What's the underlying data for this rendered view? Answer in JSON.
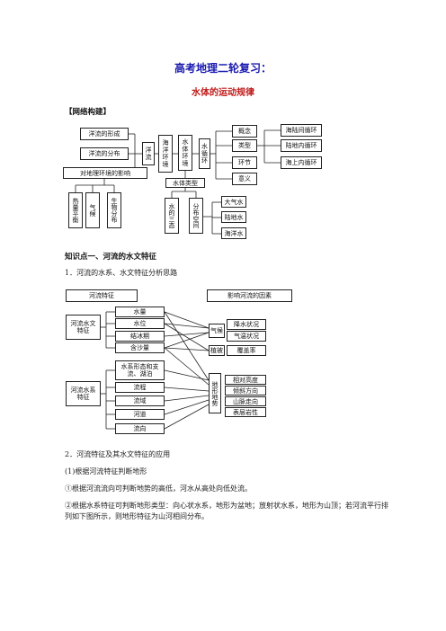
{
  "title": "高考地理二轮复习：",
  "subtitle": "水体的运动规律",
  "network_heading": "【网络构建】",
  "diagram1": {
    "ocean_formation": "洋流的形成",
    "ocean_distribution": "洋流的分布",
    "geo_impact": "对地理环境的影响",
    "heat_balance": "热量平衡",
    "climate": "气候",
    "biology": "生物分布",
    "ocean_current": "洋流",
    "ocean_env": "海洋环境",
    "water_env": "水体环境",
    "water_cycle": "水循环",
    "concept": "概念",
    "types": "类型",
    "stages": "环节",
    "meaning": "意义",
    "sea_land_cycle": "海陆间循环",
    "land_inner_cycle": "陆地内循环",
    "sea_upper_cycle": "海上内循环",
    "water_types": "水体类型",
    "three_states": "水的三态",
    "spatial_distribution": "分布空间",
    "atmo_water": "大气水",
    "land_water": "陆地水",
    "ocean_water": "海洋水"
  },
  "knowledge1_heading": "知识点一、河流的水文特征",
  "point1": "1．河流的水系、水文特征分析思路",
  "diagram2": {
    "river_features": "河流特征",
    "factors": "影响河流的因素",
    "hydro_features": "河流水文特征",
    "water_volume": "水量",
    "water_level": "水位",
    "freeze_period": "结冰期",
    "sediment": "含沙量",
    "system_features": "河流水系特征",
    "system_form": "水系形态和支流、湖泊",
    "length": "流程",
    "basin": "流域",
    "channel": "河道",
    "direction": "流向",
    "climate": "气候",
    "precip": "降水状况",
    "temp": "气温状况",
    "vegetation": "植被",
    "coverage": "覆盖率",
    "terrain": "地形地势",
    "rel_height": "相对高度",
    "slope_dir": "倾斜方向",
    "mountain_dir": "山脉走向",
    "rock": "表层岩性"
  },
  "point2": "2．河流特征及其水文特征的应用",
  "point2_1": "(1)根据河流特征判断地形",
  "rule1": "①根据河流流向可判断地势的高低，河水从高处向低处流。",
  "rule2": "②根据水系特征可判断地形类型：向心状水系，地形为盆地；放射状水系，地形为山顶；若河流平行排列如下图所示，则地形特征为山河相间分布。"
}
